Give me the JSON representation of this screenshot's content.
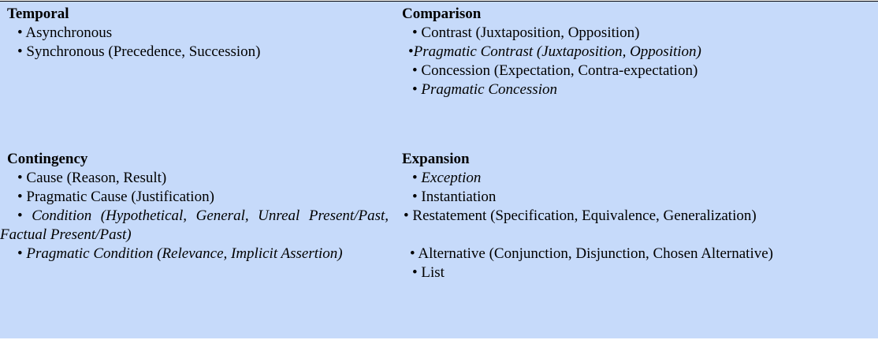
{
  "sections": {
    "temporal": {
      "heading": "Temporal",
      "items": [
        {
          "text": "Asynchronous",
          "italic": false
        },
        {
          "text": "Synchronous (Precedence, Succession)",
          "italic": false
        }
      ]
    },
    "comparison": {
      "heading": "Comparison",
      "items": [
        {
          "text": "Contrast (Juxtaposition, Opposition)",
          "italic": false
        },
        {
          "text": "Pragmatic Contrast (Juxtaposition, Opposition)",
          "italic": true
        },
        {
          "text": "Concession (Expectation, Contra-expectation)",
          "italic": false
        },
        {
          "text": "Pragmatic Concession",
          "italic": true
        }
      ]
    },
    "contingency": {
      "heading": "Contingency",
      "items": [
        {
          "text": "Cause (Reason, Result)",
          "italic": false
        },
        {
          "text": "Pragmatic Cause (Justification)",
          "italic": false
        },
        {
          "text": "Condition (Hypothetical, General, Unreal Present/Past, Factual Present/Past)",
          "italic": true
        },
        {
          "text": "Pragmatic Condition (Relevance, Implicit Assertion)",
          "italic": true
        }
      ]
    },
    "expansion": {
      "heading": "Expansion",
      "items": [
        {
          "text": "Exception",
          "italic": true
        },
        {
          "text": "Instantiation",
          "italic": false
        },
        {
          "text": "Restatement (Specification, Equivalence, Generalization)",
          "italic": false
        },
        {
          "text": "Alternative (Conjunction, Disjunction, Chosen Alternative)",
          "italic": false
        },
        {
          "text": "List",
          "italic": false
        }
      ]
    }
  },
  "bullet_glyph": "•"
}
